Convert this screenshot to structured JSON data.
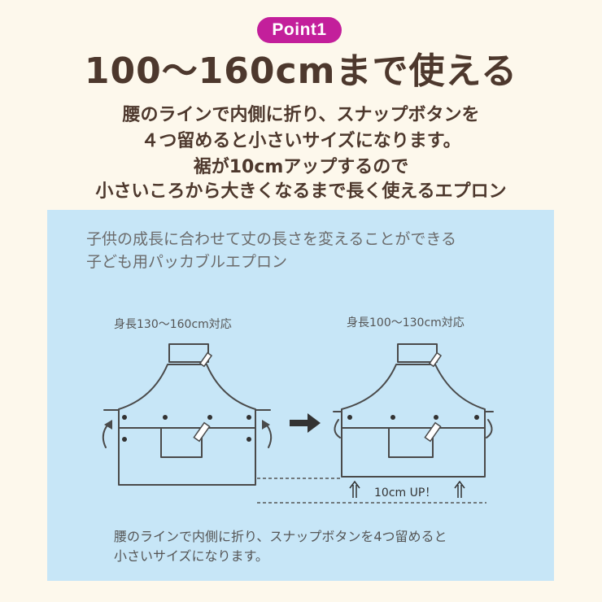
{
  "badge": "Point1",
  "title": "100〜160cmまで使える",
  "lead_lines": [
    "腰のラインで内側に折り、スナップボタンを",
    "４つ留めると小さいサイズになります。",
    "裾が10cmアップするので",
    "小さいころから大きくなるまで長く使えるエプロン"
  ],
  "panel": {
    "heading_lines": [
      "子供の成長に合わせて丈の長さを変えることができる",
      "子ども用パッカブルエプロン"
    ],
    "left_caption": "身長130〜160cm対応",
    "right_caption": "身長100〜130cm対応",
    "up_label": "10cm UP！",
    "note_lines": [
      "腰のラインで内側に折り、スナップボタンを4つ留めると",
      "小さいサイズになります。"
    ]
  },
  "colors": {
    "badge": "#c31f9b",
    "background": "#fdf8ec",
    "panel": "#c7e6f7",
    "text": "#4d382d"
  }
}
